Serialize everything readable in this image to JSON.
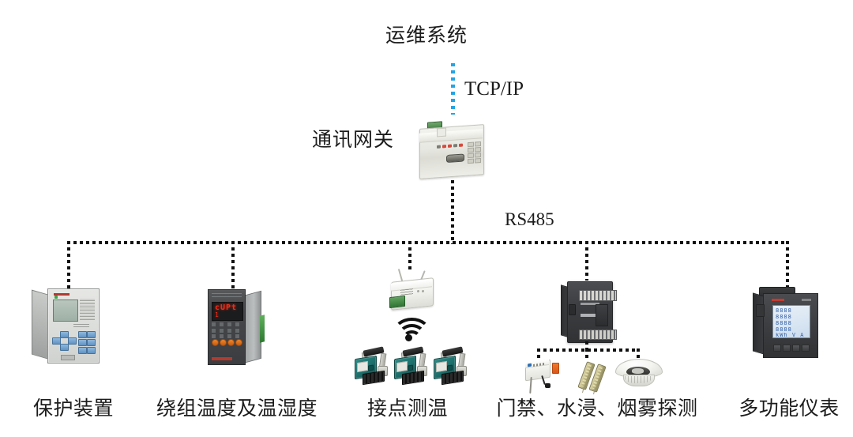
{
  "diagram": {
    "title": "运维系统",
    "protocol_top": "TCP/IP",
    "protocol_bus": "RS485",
    "gateway_label": "通讯网关"
  },
  "nodes": [
    {
      "id": "protection-device",
      "label": "保护装置",
      "icon": "protection-relay-icon"
    },
    {
      "id": "winding-temp",
      "label": "绕组温度及温湿度",
      "icon": "temperature-controller-icon"
    },
    {
      "id": "contact-temp",
      "label": "接点测温",
      "icon": "wireless-receiver-icon"
    },
    {
      "id": "access-water-smoke",
      "label": "门禁、水浸、烟雾探测",
      "icon": "plc-module-icon"
    },
    {
      "id": "multifunction-meter",
      "label": "多功能仪表",
      "icon": "panel-meter-icon"
    }
  ],
  "wireless_sensors": {
    "icon": "wifi-icon",
    "count": 3,
    "name": "wireless-temperature-sensor"
  },
  "sub_sensors": [
    {
      "id": "access-control",
      "icon": "access-control-icon"
    },
    {
      "id": "water-immersion",
      "icon": "water-leak-sensor-icon"
    },
    {
      "id": "smoke-detector",
      "icon": "smoke-detector-icon"
    }
  ],
  "meter_display": {
    "line1": "8888",
    "line2": "8888",
    "line3": "8888",
    "line4": "8888",
    "line5": "kWh V A"
  },
  "temp_controller_display": {
    "main": "cUPt",
    "sub": "1"
  },
  "colors": {
    "tcpip_line": "#23a4e4",
    "bus_line": "#111111",
    "background": "#ffffff",
    "text": "#1c1c1c",
    "gateway_terminal": "#39703a",
    "sensor_teal": "#1d6e6b",
    "seven_segment_red": "#f02d16",
    "lcd_blue": "#2f5fa8"
  }
}
